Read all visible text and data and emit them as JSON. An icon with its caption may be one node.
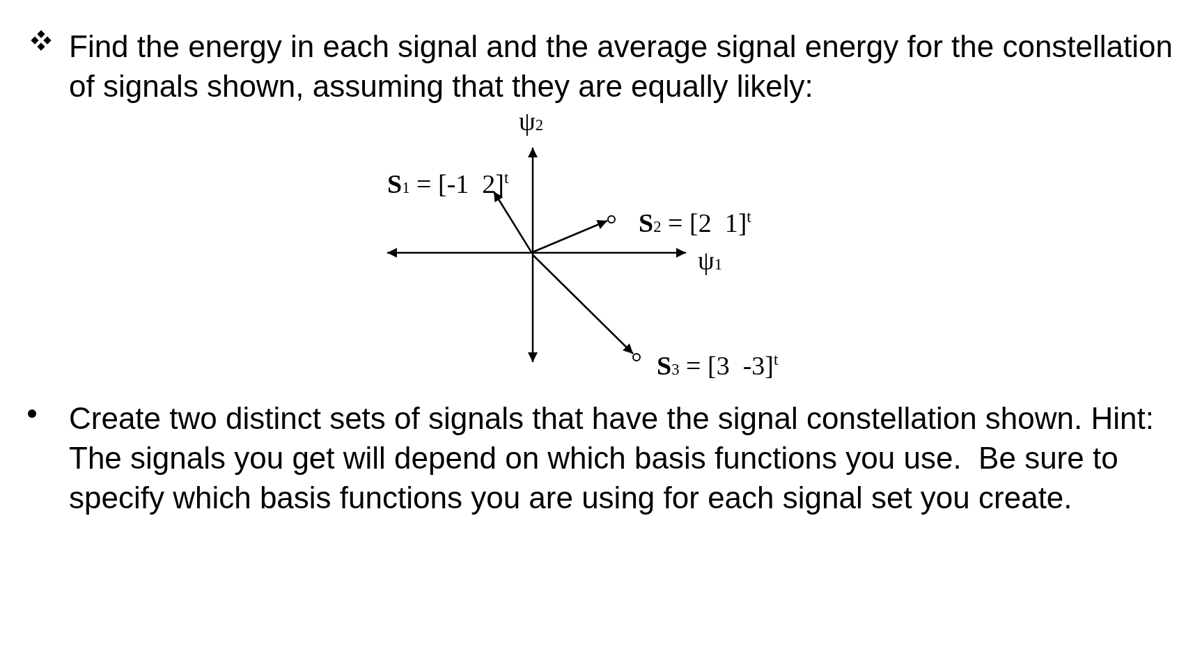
{
  "diagram": {
    "labels": [
      "Find the energy in each signal and the average signal energy for the constellation of signals shown, assuming that they are equally likely:",
      "ψ$_{2}$",
      "**S**$_{1}$ = [-1  2]$^{t}$",
      "**S**$_{2}$ = [2  1]$^{t}$",
      "ψ$_{1}$",
      "**S**$_{3}$ = [3  -3]$^{t}$",
      "Create two distinct sets of signals that have the signal constellation shown. Hint: The signals you get will depend on which basis functions you use.  Be sure to specify which basis functions you are using for each signal set you create."
    ]
  }
}
